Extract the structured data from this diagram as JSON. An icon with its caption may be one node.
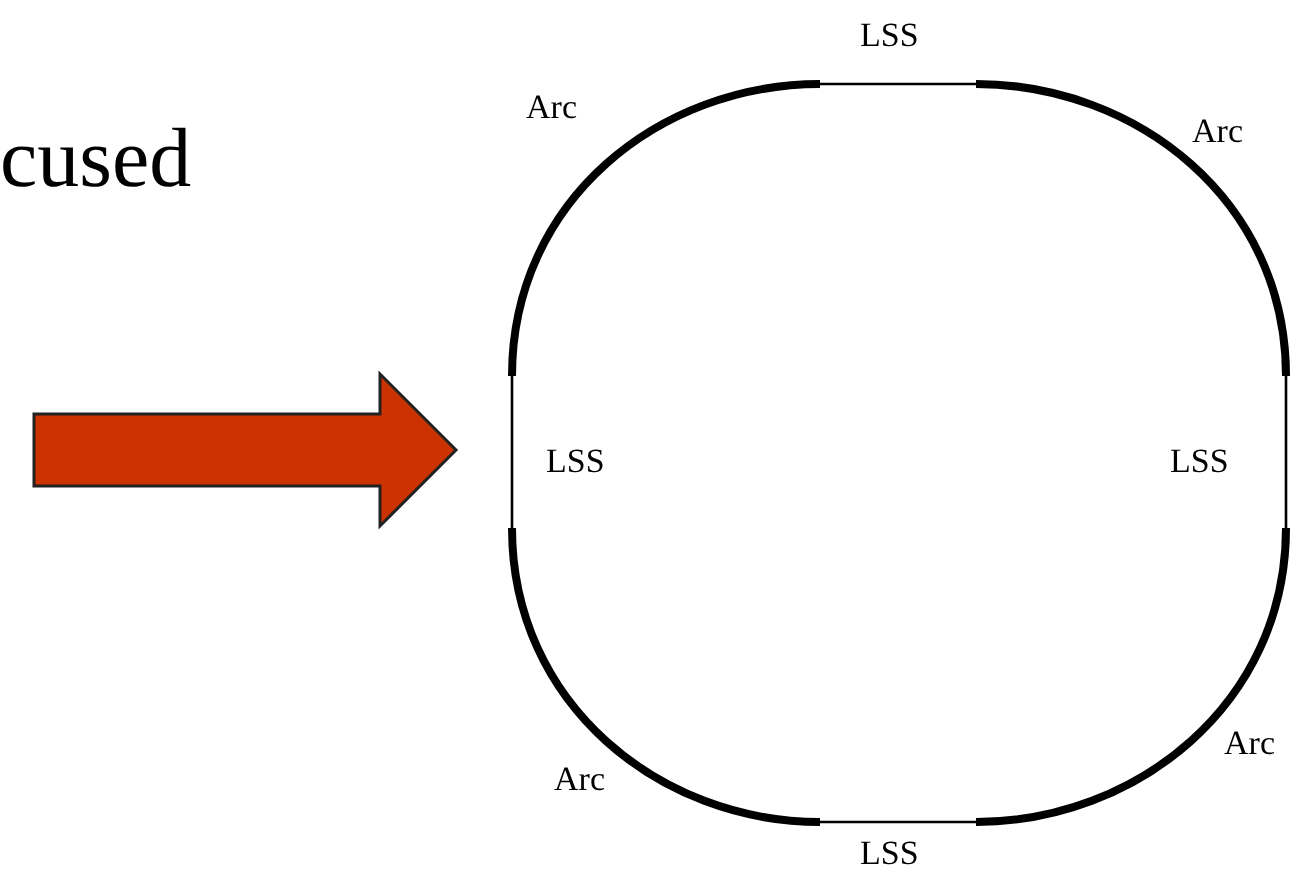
{
  "diagram": {
    "labels": [
      "cused",
      "LSS",
      "Arc",
      "Arc",
      "LSS",
      "LSS",
      "Arc",
      "Arc",
      "LSS"
    ]
  }
}
